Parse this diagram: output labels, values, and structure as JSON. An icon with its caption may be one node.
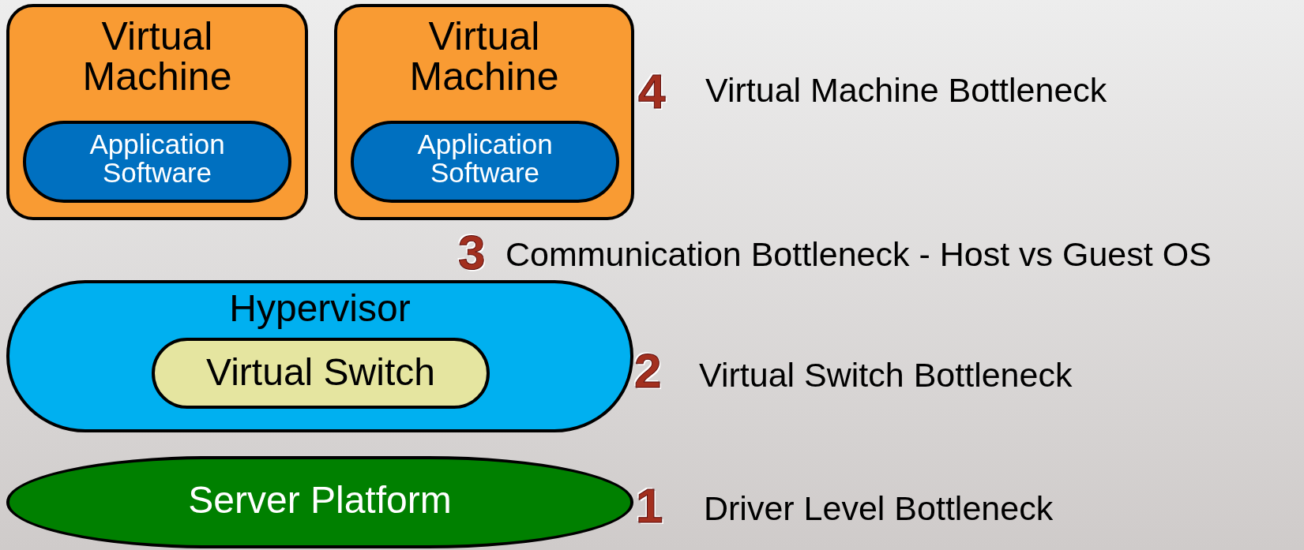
{
  "diagram": {
    "nodes": [
      {
        "text": [
          "Virtual Machine"
        ]
      },
      {
        "text": [
          "Application Software"
        ],
        "in": 0
      },
      {
        "text": [
          "Virtual Machine"
        ]
      },
      {
        "text": [
          "Application Software"
        ],
        "in": 2
      },
      {
        "text": [
          "Hypervisor"
        ]
      },
      {
        "text": [
          "Virtual Switch"
        ],
        "in": 4
      },
      {
        "text": [
          "Server Platform"
        ]
      }
    ],
    "labels": [
      "4",
      "Virtual Machine Bottleneck",
      "3",
      "Communication Bottleneck - Host vs Guest OS",
      "2",
      "Virtual Switch Bottleneck",
      "1",
      "Driver Level Bottleneck"
    ]
  }
}
